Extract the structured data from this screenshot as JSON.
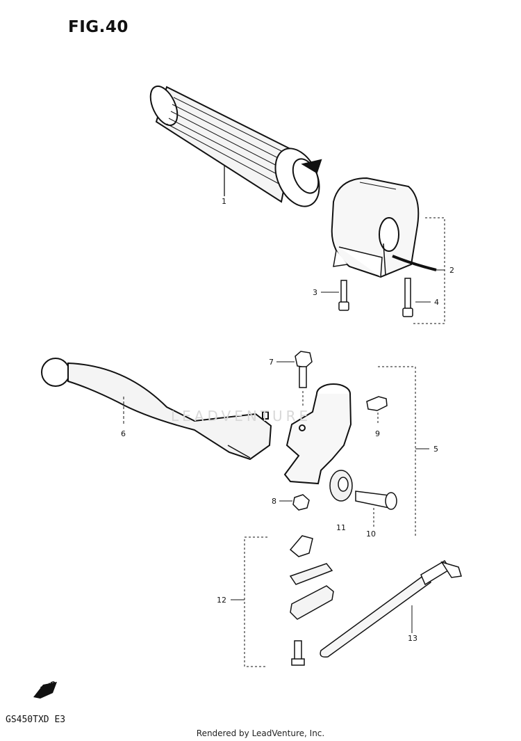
{
  "title": "FIG.40",
  "model_code": "GS450TXD E3",
  "footer": "Rendered by LeadVenture, Inc.",
  "watermark": "LEADVENTURE",
  "fwd_marker": "FWD",
  "callouts": [
    "1",
    "2",
    "3",
    "4",
    "5",
    "6",
    "7",
    "8",
    "9",
    "10",
    "11",
    "12",
    "13"
  ]
}
